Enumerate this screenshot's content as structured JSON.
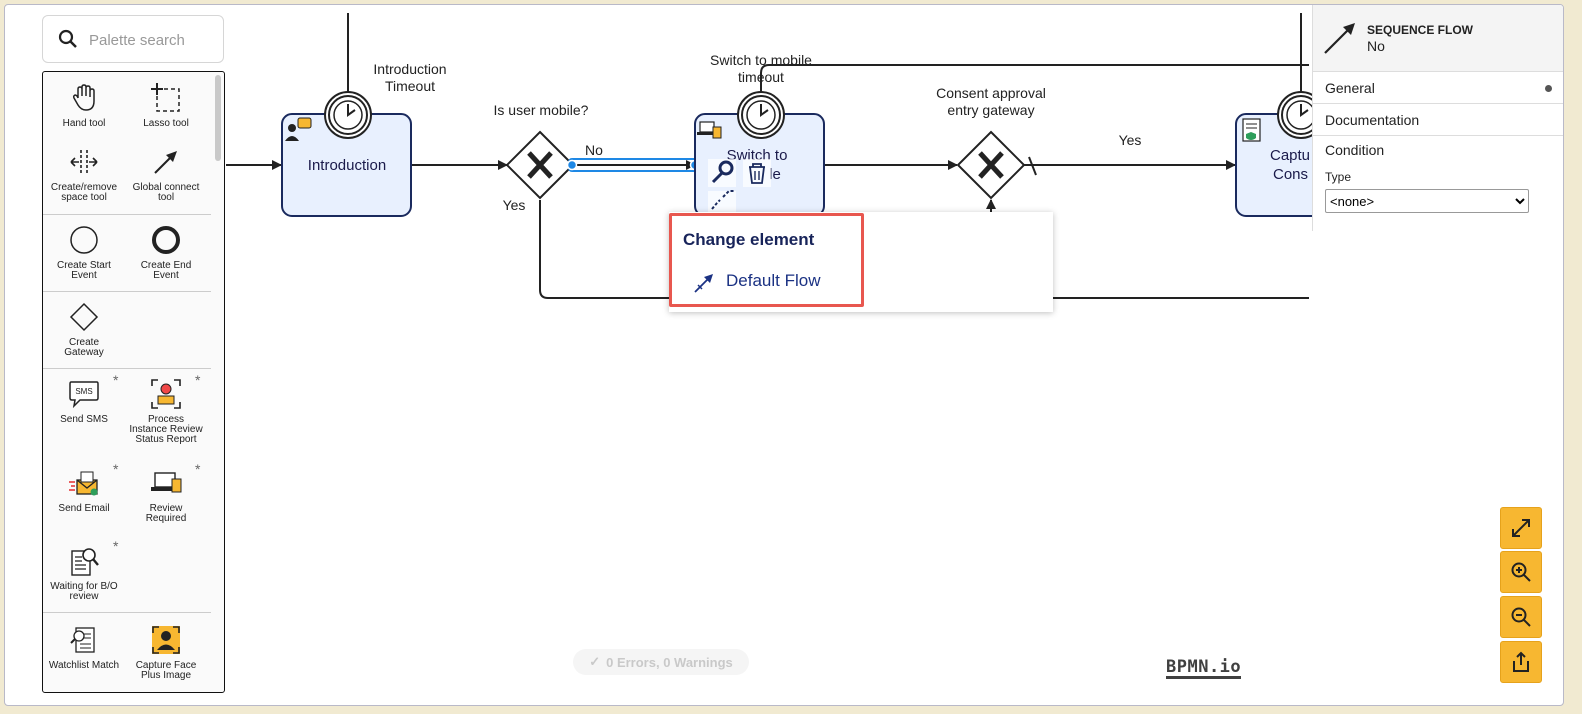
{
  "palette_search": {
    "placeholder": "Palette search"
  },
  "palette": {
    "tools": [
      {
        "label1": "Hand tool",
        "label2": ""
      },
      {
        "label1": "Lasso tool",
        "label2": ""
      },
      {
        "label1": "Create/remove",
        "label2": "space tool"
      },
      {
        "label1": "Global connect",
        "label2": "tool"
      }
    ],
    "events": [
      {
        "label1": "Create Start",
        "label2": "Event"
      },
      {
        "label1": "Create End",
        "label2": "Event"
      }
    ],
    "gateway": {
      "label1": "Create",
      "label2": "Gateway"
    },
    "custom": [
      {
        "label1": "Send SMS",
        "label2": "",
        "label3": ""
      },
      {
        "label1": "Process",
        "label2": "Instance Review",
        "label3": "Status Report"
      },
      {
        "label1": "Send Email",
        "label2": "",
        "label3": ""
      },
      {
        "label1": "Review",
        "label2": "Required",
        "label3": ""
      },
      {
        "label1": "Waiting for B/O",
        "label2": "review",
        "label3": ""
      },
      {
        "label1": "Watchlist Match",
        "label2": "",
        "label3": ""
      },
      {
        "label1": "Capture Face",
        "label2": "Plus Image",
        "label3": ""
      }
    ],
    "star": "*",
    "sms_icon_text": "SMS"
  },
  "diagram": {
    "introduction_label": "Introduction",
    "introduction_timeout": [
      "Introduction",
      "Timeout"
    ],
    "is_user_mobile": "Is user mobile?",
    "no_label": "No",
    "yes_label_left": "Yes",
    "switch_timeout": [
      "Switch to mobile",
      "timeout"
    ],
    "switch_task": [
      "Switch to",
      "le"
    ],
    "consent_gateway": [
      "Consent approval",
      "entry gateway"
    ],
    "yes_label_right": "Yes",
    "capture_task": [
      "Captu",
      "Cons"
    ]
  },
  "context_menu": {
    "title": "Change element",
    "items": [
      {
        "label": "Default Flow",
        "icon": "default-flow-icon"
      }
    ]
  },
  "properties": {
    "type": "SEQUENCE FLOW",
    "name": "No",
    "groups": [
      "General",
      "Documentation"
    ],
    "condition": {
      "label": "Condition",
      "type_label": "Type",
      "type_value": "<none>"
    }
  },
  "status": {
    "text": "0 Errors, 0 Warnings"
  },
  "logo": "BPMN.io",
  "colors": {
    "accent": "#f7b731",
    "task_fill": "#e8f0fe",
    "task_stroke": "#1a2a5e",
    "selection": "#1e88e5",
    "highlight": "#e8574f"
  }
}
